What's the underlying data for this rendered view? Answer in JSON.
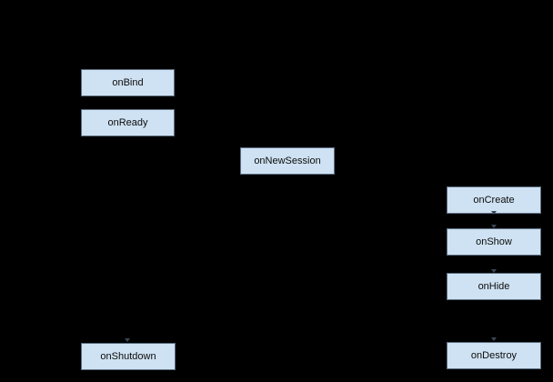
{
  "diagram": {
    "background_color": "#000000",
    "node_fill_color": "#cfe2f3",
    "node_border_color": "#5c6e82",
    "node_text_color": "#0c0c0c",
    "arrow_tip_color": "#3b4654",
    "nodes": [
      {
        "label": "onBind"
      },
      {
        "label": "onReady"
      },
      {
        "label": "onNewSession"
      },
      {
        "label": "onCreate"
      },
      {
        "label": "onShow"
      },
      {
        "label": "onHide"
      },
      {
        "label": "onDestroy"
      },
      {
        "label": "onShutdown"
      }
    ]
  }
}
